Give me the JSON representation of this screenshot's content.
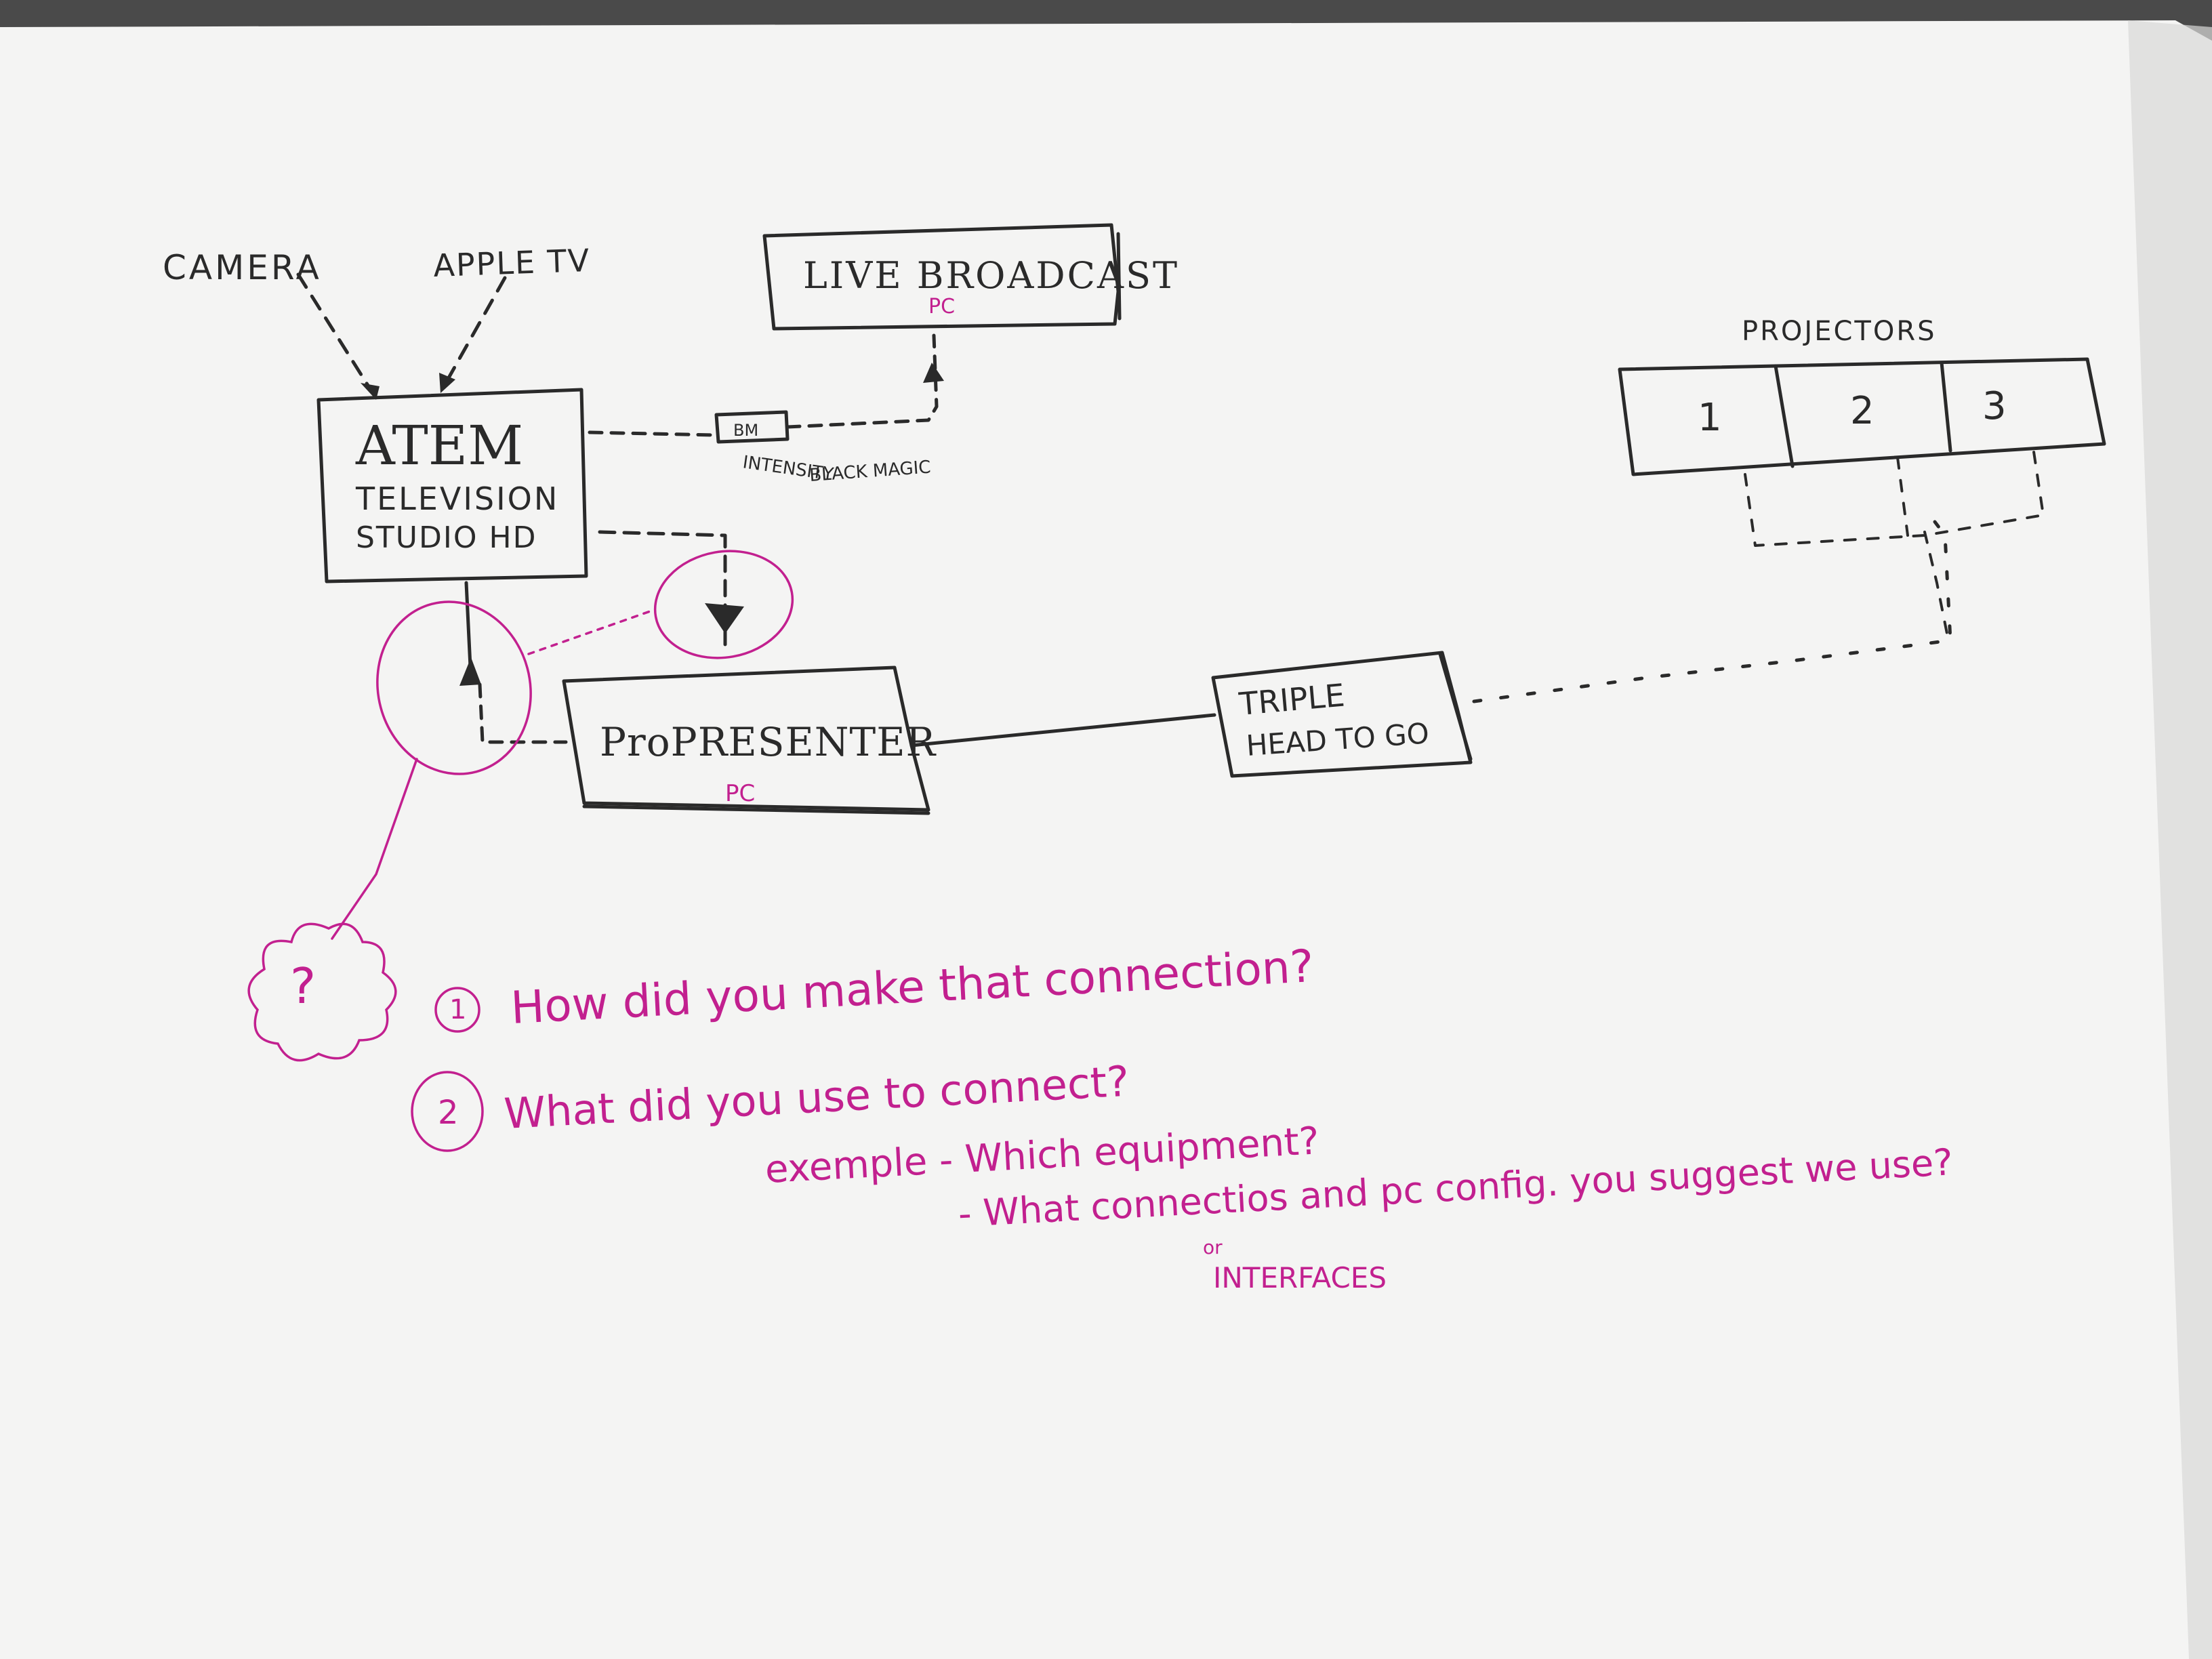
{
  "colors": {
    "paper": "#f4f4f3",
    "ink": "#2a2a2a",
    "pink_ink": "#c2208f",
    "background": "#4a4a4a"
  },
  "labels": {
    "camera": "CAMERA",
    "apple_tv": "APPLE TV",
    "live_broadcast": "LIVE BROADCAST",
    "live_broadcast_pc": "PC",
    "atem_line1": "ATEM",
    "atem_line2": "TELEVISION",
    "atem_line3": "STUDIO HD",
    "bm": "BM",
    "intensity": "INTENSITY",
    "blackmagic": "BLACK MAGIC",
    "projectors": "PROJECTORS",
    "projector_1": "1",
    "projector_2": "2",
    "projector_3": "3",
    "propresenter": "ProPRESENTER",
    "propresenter_pc": "PC",
    "triple_line1": "TRIPLE",
    "triple_line2": "HEAD TO GO",
    "question_mark": "?"
  },
  "notes": {
    "q1_number": "1",
    "q1_text": "How did you make that connection?",
    "q2_number": "2",
    "q2_text": "What did you use to connect?",
    "example": "exemple - Which equipment?",
    "what_conn": "- What connectios and pc config. you suggest we use?",
    "or": "or",
    "interfaces": "INTERFACES"
  }
}
